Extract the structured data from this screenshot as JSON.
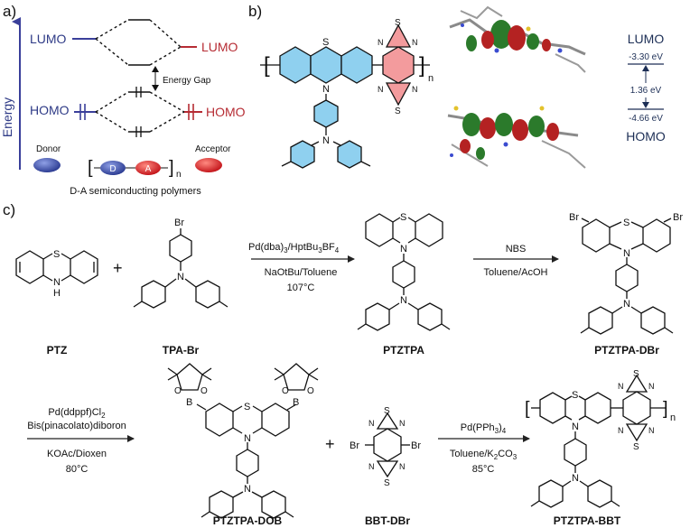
{
  "panel_a": {
    "label": "a)",
    "energy_axis": "Energy",
    "donor_lumo": "LUMO",
    "donor_homo": "HOMO",
    "acceptor_lumo": "LUMO",
    "acceptor_homo": "HOMO",
    "energy_gap": "Energy Gap",
    "donor": "Donor",
    "acceptor": "Acceptor",
    "unit_d": "D",
    "unit_a": "A",
    "subscript_n": "n",
    "caption": "D-A semiconducting polymers",
    "colors": {
      "donor": "#3b4ea6",
      "acceptor": "#d8232a",
      "axis": "#3a3f9a"
    }
  },
  "panel_b": {
    "label": "b)",
    "subscript_n": "n",
    "lumo_label": "LUMO",
    "lumo_value": "-3.30  eV",
    "gap_value": "1.36 eV",
    "homo_value": "-4.66 eV",
    "homo_label": "HOMO",
    "atoms": {
      "S1": "S",
      "S2": "S",
      "S3": "S",
      "N1": "N",
      "N2": "N",
      "N3": "N",
      "N4": "N",
      "N5": "N",
      "N6": "N"
    },
    "colors": {
      "donor": "#3aa9dd",
      "acceptor": "#e8464c"
    }
  },
  "panel_c": {
    "label": "c)",
    "plus1": "+",
    "plus2": "+",
    "compounds": {
      "ptz": "PTZ",
      "tpabr": "TPA-Br",
      "ptztpa": "PTZTPA",
      "ptztpadbr": "PTZTPA-DBr",
      "ptztpadob": "PTZTPA-DOB",
      "bbtdbr": "BBT-DBr",
      "ptztpabbt": "PTZTPA-BBT"
    },
    "steps": {
      "s1_reagent": "Pd(dba)",
      "s1_sub1": "3",
      "s1_reagent_b": "/HptBu",
      "s1_sub2": "3",
      "s1_reagent_c": "BF",
      "s1_sub3": "4",
      "s1_base": "NaOtBu/Toluene",
      "s1_temp": "107°C",
      "s2_reagent": "NBS",
      "s2_solvent": "Toluene/AcOH",
      "s3_cat": "Pd(ddppf)Cl",
      "s3_sub": "2",
      "s3_reagent": "Bis(pinacolato)diboron",
      "s3_base": "KOAc/Dioxen",
      "s3_temp": "80°C",
      "s4_cat": "Pd(PPh",
      "s4_sub": "3",
      "s4_cat_b": ")",
      "s4_sub2": "4",
      "s4_solvent": "Toluene/K",
      "s4_sub3": "2",
      "s4_solvent_b": "CO",
      "s4_sub4": "3",
      "s4_temp": "85°C"
    },
    "atoms": {
      "ptz_s": "S",
      "ptz_n": "N",
      "ptz_h": "H",
      "tpabr_br": "Br",
      "tpabr_n": "N",
      "ptztpa_s": "S",
      "ptztpa_n1": "N",
      "ptztpa_n2": "N",
      "dbr_br1": "Br",
      "dbr_br2": "Br",
      "dbr_s": "S",
      "dbr_n1": "N",
      "dbr_n2": "N",
      "dob_b1": "B",
      "dob_b2": "B",
      "dob_s": "S",
      "dob_n1": "N",
      "dob_n2": "N",
      "dob_o1": "O",
      "dob_o2": "O",
      "dob_o3": "O",
      "dob_o4": "O",
      "bbt_br1": "Br",
      "bbt_br2": "Br",
      "bbt_s1": "S",
      "bbt_s2": "S",
      "bbt_n1": "N",
      "bbt_n2": "N",
      "bbt_n3": "N",
      "bbt_n4": "N",
      "poly_s": "S",
      "poly_n1": "N",
      "poly_n2": "N",
      "poly_n": "n",
      "poly_bs1": "S",
      "poly_bs2": "S",
      "poly_bn1": "N",
      "poly_bn2": "N",
      "poly_bn3": "N",
      "poly_bn4": "N"
    }
  }
}
